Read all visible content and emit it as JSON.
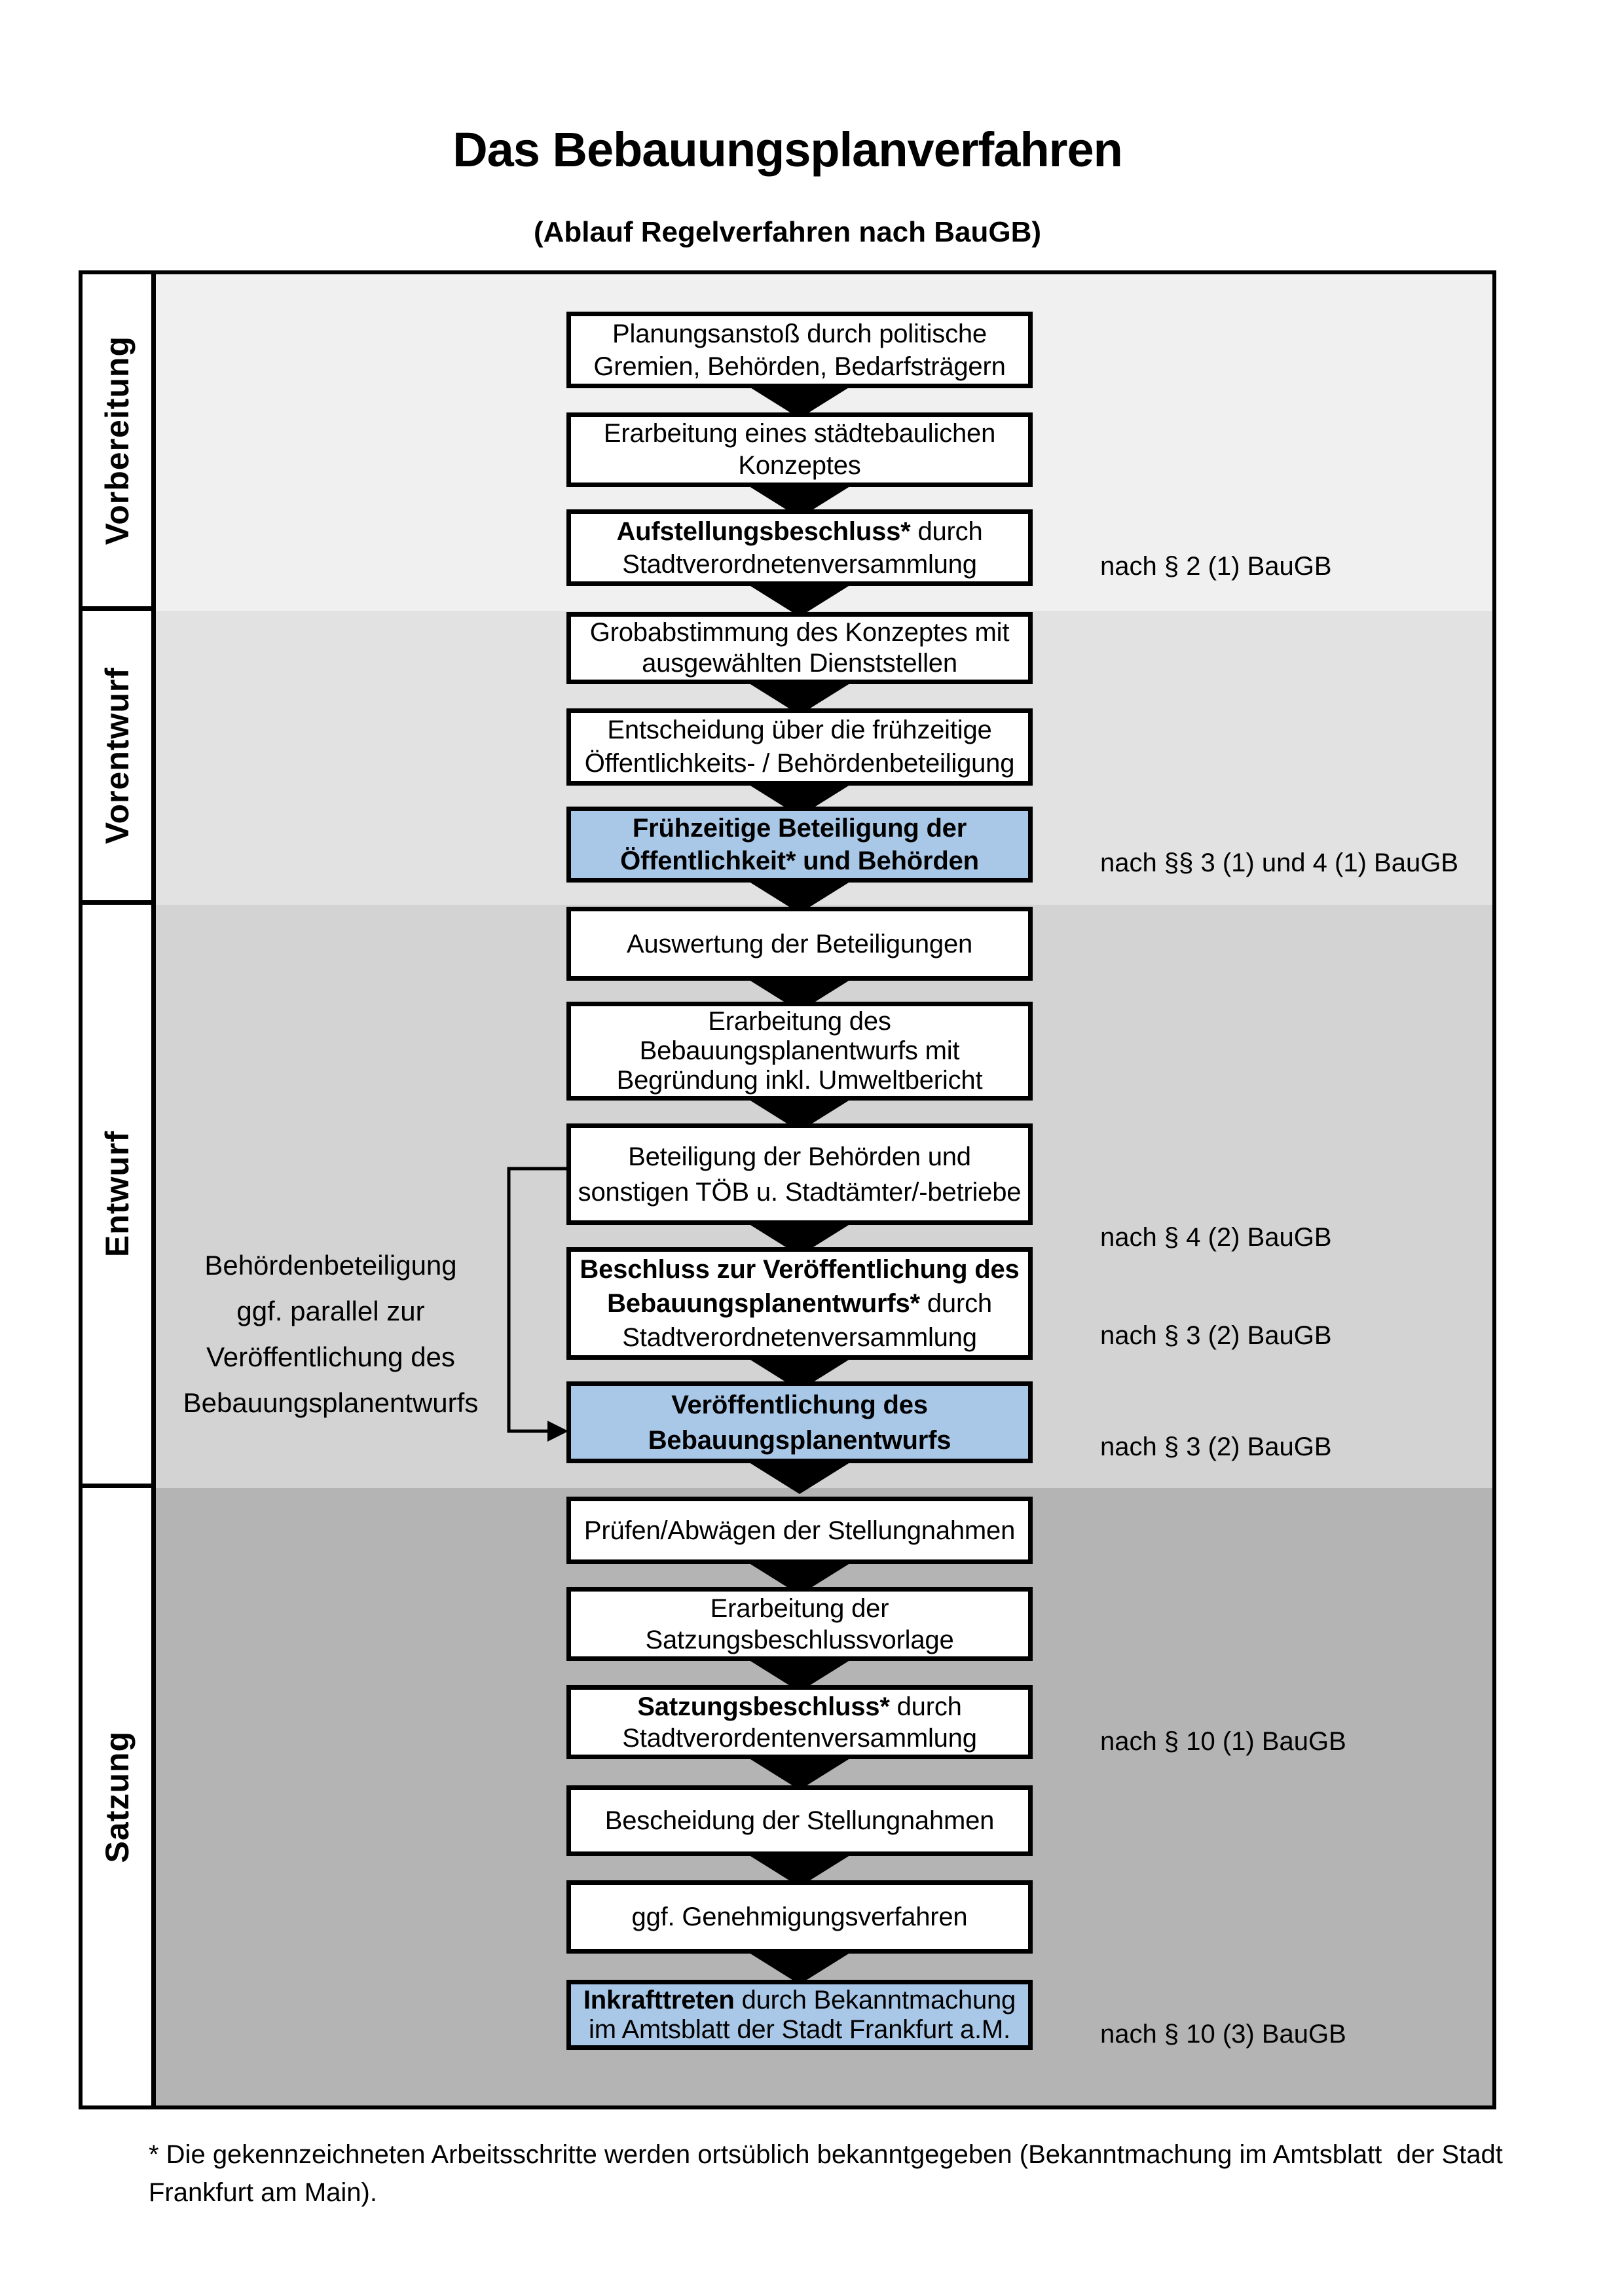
{
  "page": {
    "title": "Das Bebauungsplanverfahren",
    "subtitle": "(Ablauf Regelverfahren nach BauGB)"
  },
  "colors": {
    "accent_blue": "#a9c7e7",
    "box_border": "#000000",
    "section_backgrounds": [
      "#f0f0f0",
      "#e2e2e2",
      "#d3d3d3",
      "#b4b4b4"
    ]
  },
  "sections": [
    {
      "label": "Vorbereitung"
    },
    {
      "label": "Vorentwurf"
    },
    {
      "label": "Entwurf"
    },
    {
      "label": "Satzung"
    }
  ],
  "flow": {
    "steps": [
      {
        "variant": "white",
        "lines": [
          "Planungsanstoß durch politische",
          "Gremien, Behörden, Bedarfsträgern"
        ]
      },
      {
        "variant": "white",
        "lines": [
          "Erarbeitung eines städtebaulichen",
          "Konzeptes"
        ]
      },
      {
        "variant": "white",
        "lines": [
          [
            {
              "t": "Aufstellungsbeschluss*",
              "b": true
            },
            {
              "t": " durch",
              "b": false
            }
          ],
          "Stadtverordnetenversammlung"
        ]
      },
      {
        "variant": "white",
        "lines": [
          "Grobabstimmung des Konzeptes mit",
          "ausgewählten Dienststellen"
        ]
      },
      {
        "variant": "white",
        "lines": [
          "Entscheidung über die frühzeitige",
          "Öffentlichkeits- / Behördenbeteiligung"
        ]
      },
      {
        "variant": "blue",
        "lines": [
          [
            {
              "t": "Frühzeitige Beteiligung der",
              "b": true
            }
          ],
          [
            {
              "t": "Öffentlichkeit* und Behörden",
              "b": true
            }
          ]
        ]
      },
      {
        "variant": "white",
        "lines": [
          "Auswertung der Beteiligungen"
        ]
      },
      {
        "variant": "white",
        "lines": [
          "Erarbeitung des",
          "Bebauungsplanentwurfs mit",
          "Begründung inkl. Umweltbericht"
        ]
      },
      {
        "variant": "white",
        "lines": [
          "Beteiligung der Behörden und",
          "sonstigen TÖB u. Stadtämter/-betriebe"
        ]
      },
      {
        "variant": "white",
        "lines": [
          [
            {
              "t": "Beschluss zur Veröffentlichung des",
              "b": true
            }
          ],
          [
            {
              "t": "Bebauungsplanentwurfs*",
              "b": true
            },
            {
              "t": " durch",
              "b": false
            }
          ],
          "Stadtverordnetenversammlung"
        ]
      },
      {
        "variant": "blue",
        "lines": [
          [
            {
              "t": "Veröffentlichung des",
              "b": true
            }
          ],
          [
            {
              "t": "Bebauungsplanentwurfs",
              "b": true
            }
          ]
        ]
      },
      {
        "variant": "white",
        "lines": [
          "Prüfen/Abwägen der Stellungnahmen"
        ]
      },
      {
        "variant": "white",
        "lines": [
          "Erarbeitung der",
          "Satzungsbeschlussvorlage"
        ]
      },
      {
        "variant": "white",
        "lines": [
          [
            {
              "t": "Satzungsbeschluss*",
              "b": true
            },
            {
              "t": " durch",
              "b": false
            }
          ],
          "Stadtverordentenversammlung"
        ]
      },
      {
        "variant": "white",
        "lines": [
          "Bescheidung der Stellungnahmen"
        ]
      },
      {
        "variant": "white",
        "lines": [
          "ggf. Genehmigungsverfahren"
        ]
      },
      {
        "variant": "blue",
        "lines": [
          [
            {
              "t": "Inkrafttreten",
              "b": true
            },
            {
              "t": " durch Bekanntmachung",
              "b": false
            }
          ],
          "im Amtsblatt der Stadt Frankfurt a.M."
        ]
      }
    ]
  },
  "references": [
    {
      "text": "nach § 2 (1) BauGB"
    },
    {
      "text": "nach §§ 3 (1) und 4 (1) BauGB"
    },
    {
      "text": "nach § 4 (2) BauGB"
    },
    {
      "text": "nach § 3 (2) BauGB"
    },
    {
      "text": "nach § 3 (2) BauGB"
    },
    {
      "text": "nach § 10 (1) BauGB"
    },
    {
      "text": "nach § 10 (3) BauGB"
    }
  ],
  "side_note": {
    "text": "Behördenbeteiligung\nggf. parallel zur\nVeröffentlichung des\nBebauungsplanentwurfs"
  },
  "footnote": {
    "text": "* Die gekennzeichneten Arbeitsschritte werden ortsüblich bekanntgegeben (Bekanntmachung im Amtsblatt  der Stadt\nFrankfurt am Main)."
  }
}
